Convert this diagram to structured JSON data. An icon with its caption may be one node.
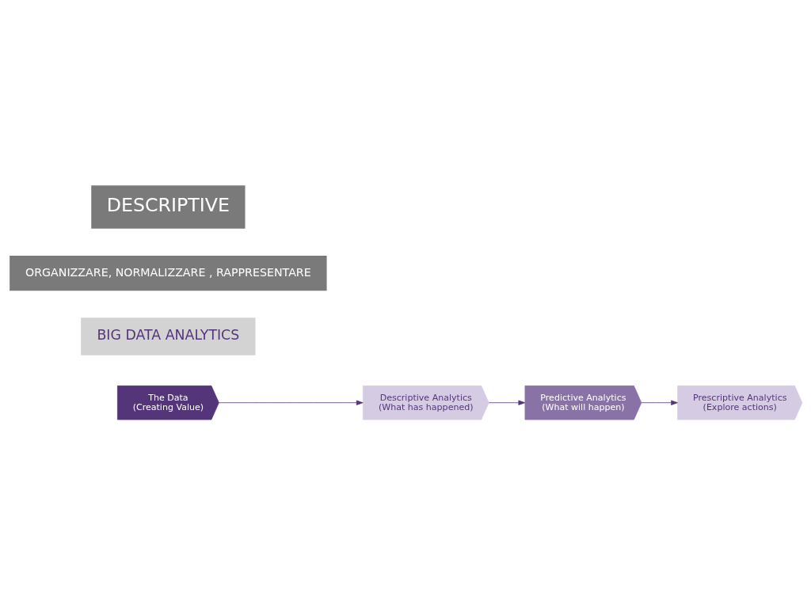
{
  "diagram": {
    "nodes": [
      {
        "text": [
          "The Data",
          "(Creating Value)"
        ]
      },
      {
        "text": [
          "Descriptive Analytics",
          "(What has happened)"
        ]
      },
      {
        "text": [
          "Predictive Analytics",
          "(What will happen)"
        ]
      },
      {
        "text": [
          "Prescriptive Analytics",
          "(Explore actions)"
        ]
      }
    ],
    "edges": [
      {
        "from": 0,
        "to": 1,
        "arrow": "to"
      },
      {
        "from": 1,
        "to": 2,
        "arrow": "to"
      },
      {
        "from": 2,
        "to": 3,
        "arrow": "to"
      }
    ],
    "labels": [
      "BIG DATA ANALYTICS",
      "DESCRIPTIVE",
      "ORGANIZZARE, NORMALIZZARE , RAPPRESENTARE"
    ]
  }
}
